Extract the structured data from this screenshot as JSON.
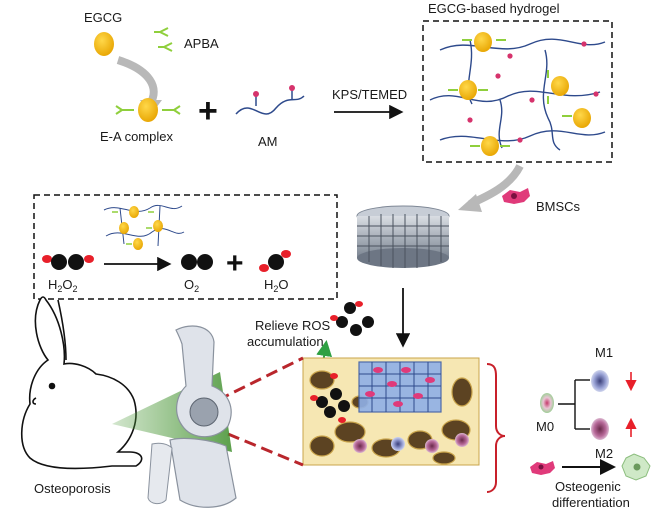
{
  "labels": {
    "egcg": "EGCG",
    "apba": "APBA",
    "complex": "E-A complex",
    "am": "AM",
    "initiator": "KPS/TEMED",
    "hydrogel": "EGCG-based hydrogel",
    "bmscs": "BMSCs",
    "h2o2": "H2O2",
    "o2": "O2",
    "h2o": "H2O",
    "relieve": "Relieve ROS",
    "accumulation": "accumulation",
    "osteoporosis": "Osteoporosis",
    "m0": "M0",
    "m1": "M1",
    "m2": "M2",
    "osteogenic": "Osteogenic",
    "differentiation": "differentiation"
  },
  "colors": {
    "egcg": "#f2b705",
    "apba": "#8fcf3c",
    "chain": "#2e4a8c",
    "node": "#d6336c",
    "ros_red": "#e8202a",
    "ros_black": "#111111",
    "bone": "#f1d98e",
    "arrow_green": "#2ea043",
    "arrow_red": "#e8202a",
    "bracket_red": "#c8202a",
    "dashed_red": "#b9262c"
  }
}
